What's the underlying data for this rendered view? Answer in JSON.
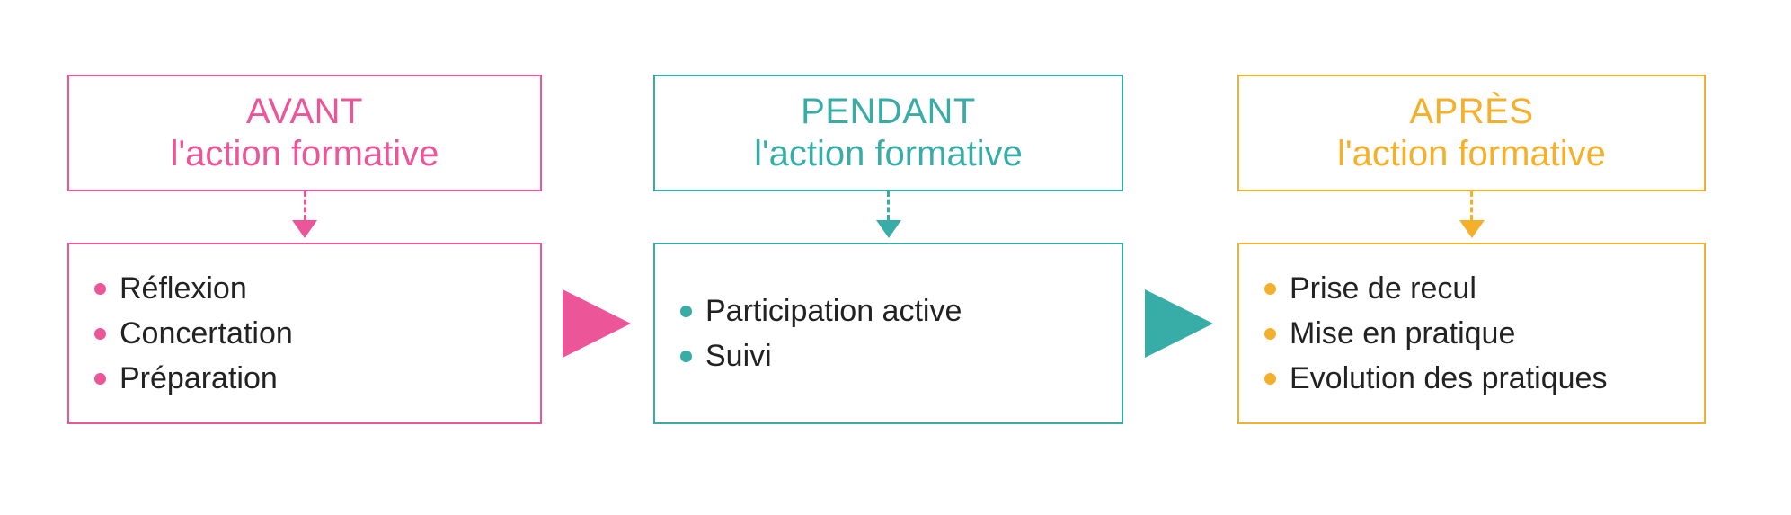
{
  "colors": {
    "pink": "#EC5699",
    "teal": "#38ACA6",
    "yellow": "#F4B02A",
    "body_text": "#222222",
    "background": "#FFFFFF"
  },
  "phases": [
    {
      "id": "avant",
      "title": "AVANT",
      "subtitle": "l'action formative",
      "accent": "#EC5699",
      "items": [
        "Réflexion",
        "Concertation",
        "Préparation"
      ]
    },
    {
      "id": "pendant",
      "title": "PENDANT",
      "subtitle": "l'action formative",
      "accent": "#38ACA6",
      "items": [
        "Participation active",
        "Suivi"
      ]
    },
    {
      "id": "apres",
      "title": "APRÈS",
      "subtitle": "l'action formative",
      "accent": "#F4B02A",
      "items": [
        "Prise de recul",
        "Mise en pratique",
        "Evolution des pratiques"
      ]
    }
  ],
  "flow_arrows": [
    {
      "from": "avant",
      "to": "pendant",
      "color": "#EC5699"
    },
    {
      "from": "pendant",
      "to": "apres",
      "color": "#38ACA6"
    }
  ]
}
